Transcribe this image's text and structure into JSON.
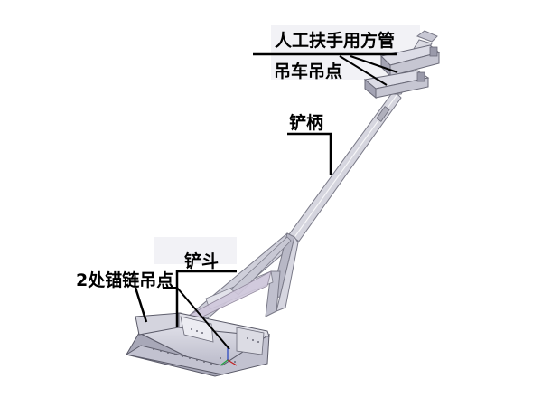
{
  "labels": {
    "handle_tube": "人工扶手用方管",
    "crane_lift_point": "吊车吊点",
    "shovel_handle": "铲柄",
    "shovel_bucket": "铲斗",
    "anchor_chain_points": "2处锚链吊点"
  },
  "colors": {
    "line": "#000000",
    "metal": "#d8d8e2",
    "metal_dark": "#9a9aa8",
    "highlight": "#f0f0f6",
    "ghost_panel": "#ececf2"
  }
}
